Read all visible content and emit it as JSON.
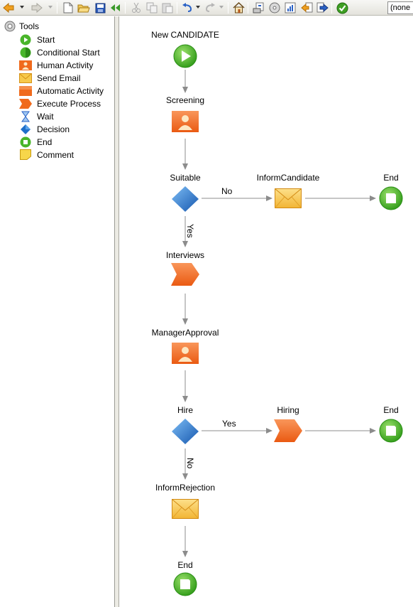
{
  "toolbar": {
    "buttons": [
      {
        "name": "back-arrow-icon"
      },
      {
        "name": "forward-arrow-icon"
      },
      {
        "name": "new-document-icon"
      },
      {
        "name": "open-folder-icon"
      },
      {
        "name": "save-icon"
      },
      {
        "name": "rewind-icon"
      },
      {
        "name": "cut-icon"
      },
      {
        "name": "copy-icon"
      },
      {
        "name": "paste-icon"
      },
      {
        "name": "undo-icon"
      },
      {
        "name": "redo-icon"
      },
      {
        "name": "home-icon"
      },
      {
        "name": "deploy-icon"
      },
      {
        "name": "disc-icon"
      },
      {
        "name": "chart-icon"
      },
      {
        "name": "import-icon"
      },
      {
        "name": "export-icon"
      },
      {
        "name": "validate-check-icon"
      }
    ],
    "combo_value": "(none"
  },
  "tools": {
    "root_label": "Tools",
    "items": [
      {
        "label": "Start",
        "icon": "start-icon"
      },
      {
        "label": "Conditional Start",
        "icon": "conditional-start-icon"
      },
      {
        "label": "Human Activity",
        "icon": "human-activity-icon"
      },
      {
        "label": "Send Email",
        "icon": "send-email-icon"
      },
      {
        "label": "Automatic Activity",
        "icon": "automatic-activity-icon"
      },
      {
        "label": "Execute Process",
        "icon": "execute-process-icon"
      },
      {
        "label": "Wait",
        "icon": "wait-icon"
      },
      {
        "label": "Decision",
        "icon": "decision-icon"
      },
      {
        "label": "End",
        "icon": "end-icon"
      },
      {
        "label": "Comment",
        "icon": "comment-icon"
      }
    ]
  },
  "diagram": {
    "nodes": [
      {
        "id": "new-candidate",
        "label": "New CANDIDATE",
        "type": "start"
      },
      {
        "id": "screening",
        "label": "Screening",
        "type": "human"
      },
      {
        "id": "suitable",
        "label": "Suitable",
        "type": "decision"
      },
      {
        "id": "inform-candidate",
        "label": "InformCandidate",
        "type": "email"
      },
      {
        "id": "end-1",
        "label": "End",
        "type": "end"
      },
      {
        "id": "interviews",
        "label": "Interviews",
        "type": "process"
      },
      {
        "id": "manager-approval",
        "label": "ManagerApproval",
        "type": "human"
      },
      {
        "id": "hire",
        "label": "Hire",
        "type": "decision"
      },
      {
        "id": "hiring",
        "label": "Hiring",
        "type": "process"
      },
      {
        "id": "end-2",
        "label": "End",
        "type": "end"
      },
      {
        "id": "inform-rejection",
        "label": "InformRejection",
        "type": "email"
      },
      {
        "id": "end-3",
        "label": "End",
        "type": "end"
      }
    ],
    "edges": [
      {
        "from": "new-candidate",
        "to": "screening",
        "label": ""
      },
      {
        "from": "screening",
        "to": "suitable",
        "label": ""
      },
      {
        "from": "suitable",
        "to": "inform-candidate",
        "label": "No"
      },
      {
        "from": "inform-candidate",
        "to": "end-1",
        "label": ""
      },
      {
        "from": "suitable",
        "to": "interviews",
        "label": "Yes"
      },
      {
        "from": "interviews",
        "to": "manager-approval",
        "label": ""
      },
      {
        "from": "manager-approval",
        "to": "hire",
        "label": ""
      },
      {
        "from": "hire",
        "to": "hiring",
        "label": "Yes"
      },
      {
        "from": "hiring",
        "to": "end-2",
        "label": ""
      },
      {
        "from": "hire",
        "to": "inform-rejection",
        "label": "No"
      },
      {
        "from": "inform-rejection",
        "to": "end-3",
        "label": ""
      }
    ]
  },
  "colors": {
    "start_green": "#3fae2a",
    "activity_orange": "#f06a1c",
    "email_yellow": "#f7c94b",
    "decision_blue": "#1f6fc9",
    "edge_gray": "#8c8c8c"
  }
}
